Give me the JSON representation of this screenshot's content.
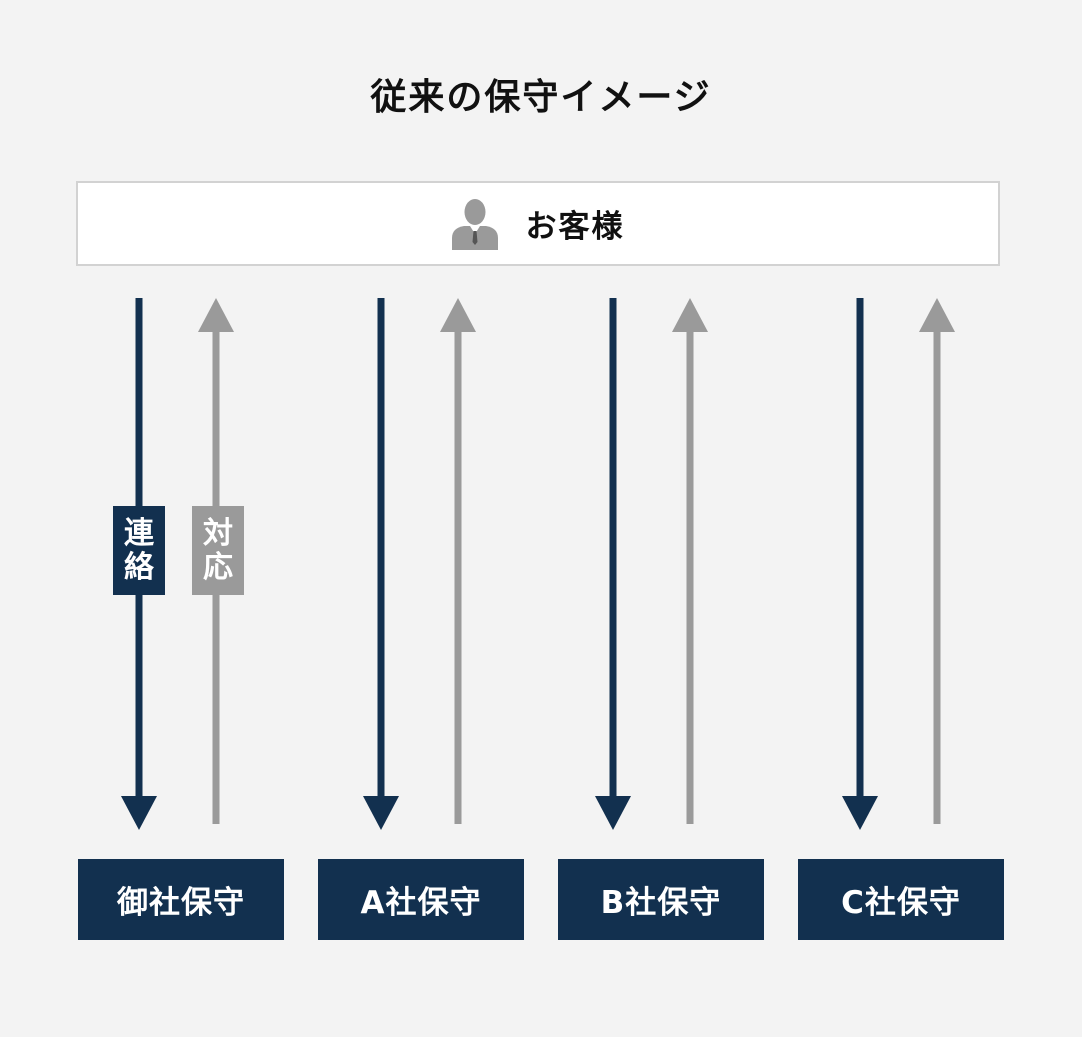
{
  "title": "従来の保守イメージ",
  "customer": {
    "label": "お客様",
    "icon": "person-icon"
  },
  "labels": {
    "contact": [
      "連",
      "絡"
    ],
    "response": [
      "対",
      "応"
    ]
  },
  "vendors": [
    {
      "label": "御社保守"
    },
    {
      "label": "A社保守"
    },
    {
      "label": "B社保守"
    },
    {
      "label": "C社保守"
    }
  ],
  "colors": {
    "navy": "#12304f",
    "gray": "#9a9a9a",
    "background": "#f3f3f3",
    "box_border": "#d2d2d2"
  }
}
